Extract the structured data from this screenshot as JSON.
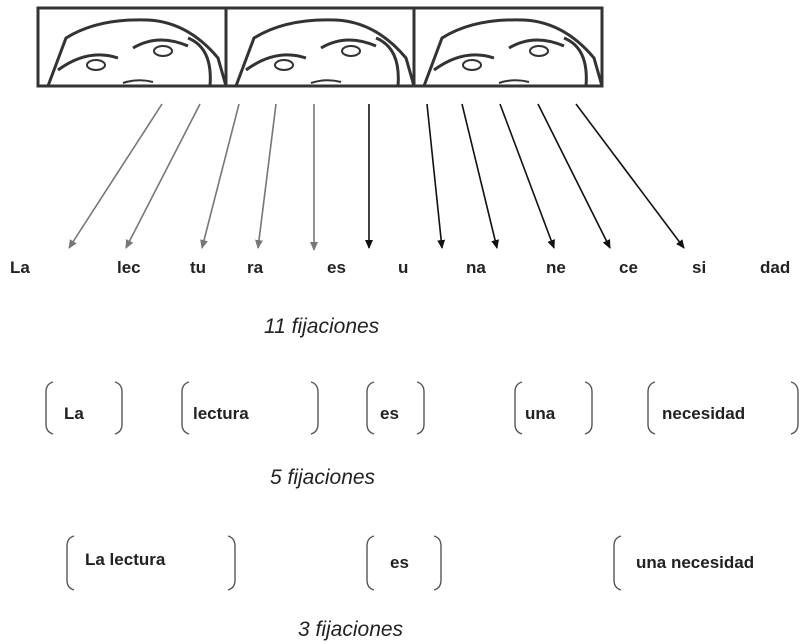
{
  "row1": {
    "syllables": [
      "La",
      "lec",
      "tu",
      "ra",
      "es",
      "u",
      "na",
      "ne",
      "ce",
      "si",
      "dad"
    ],
    "caption": "11 fijaciones"
  },
  "row2": {
    "groups": [
      "La",
      "lectura",
      "es",
      "una",
      "necesidad"
    ],
    "caption": "5 fijaciones"
  },
  "row3": {
    "groups": [
      "La lectura",
      "es",
      "una necesidad"
    ],
    "caption": "3 fijaciones"
  },
  "colors": {
    "ink": "#222222",
    "arrow_gray": "#777777",
    "arrow_dark": "#111111"
  }
}
